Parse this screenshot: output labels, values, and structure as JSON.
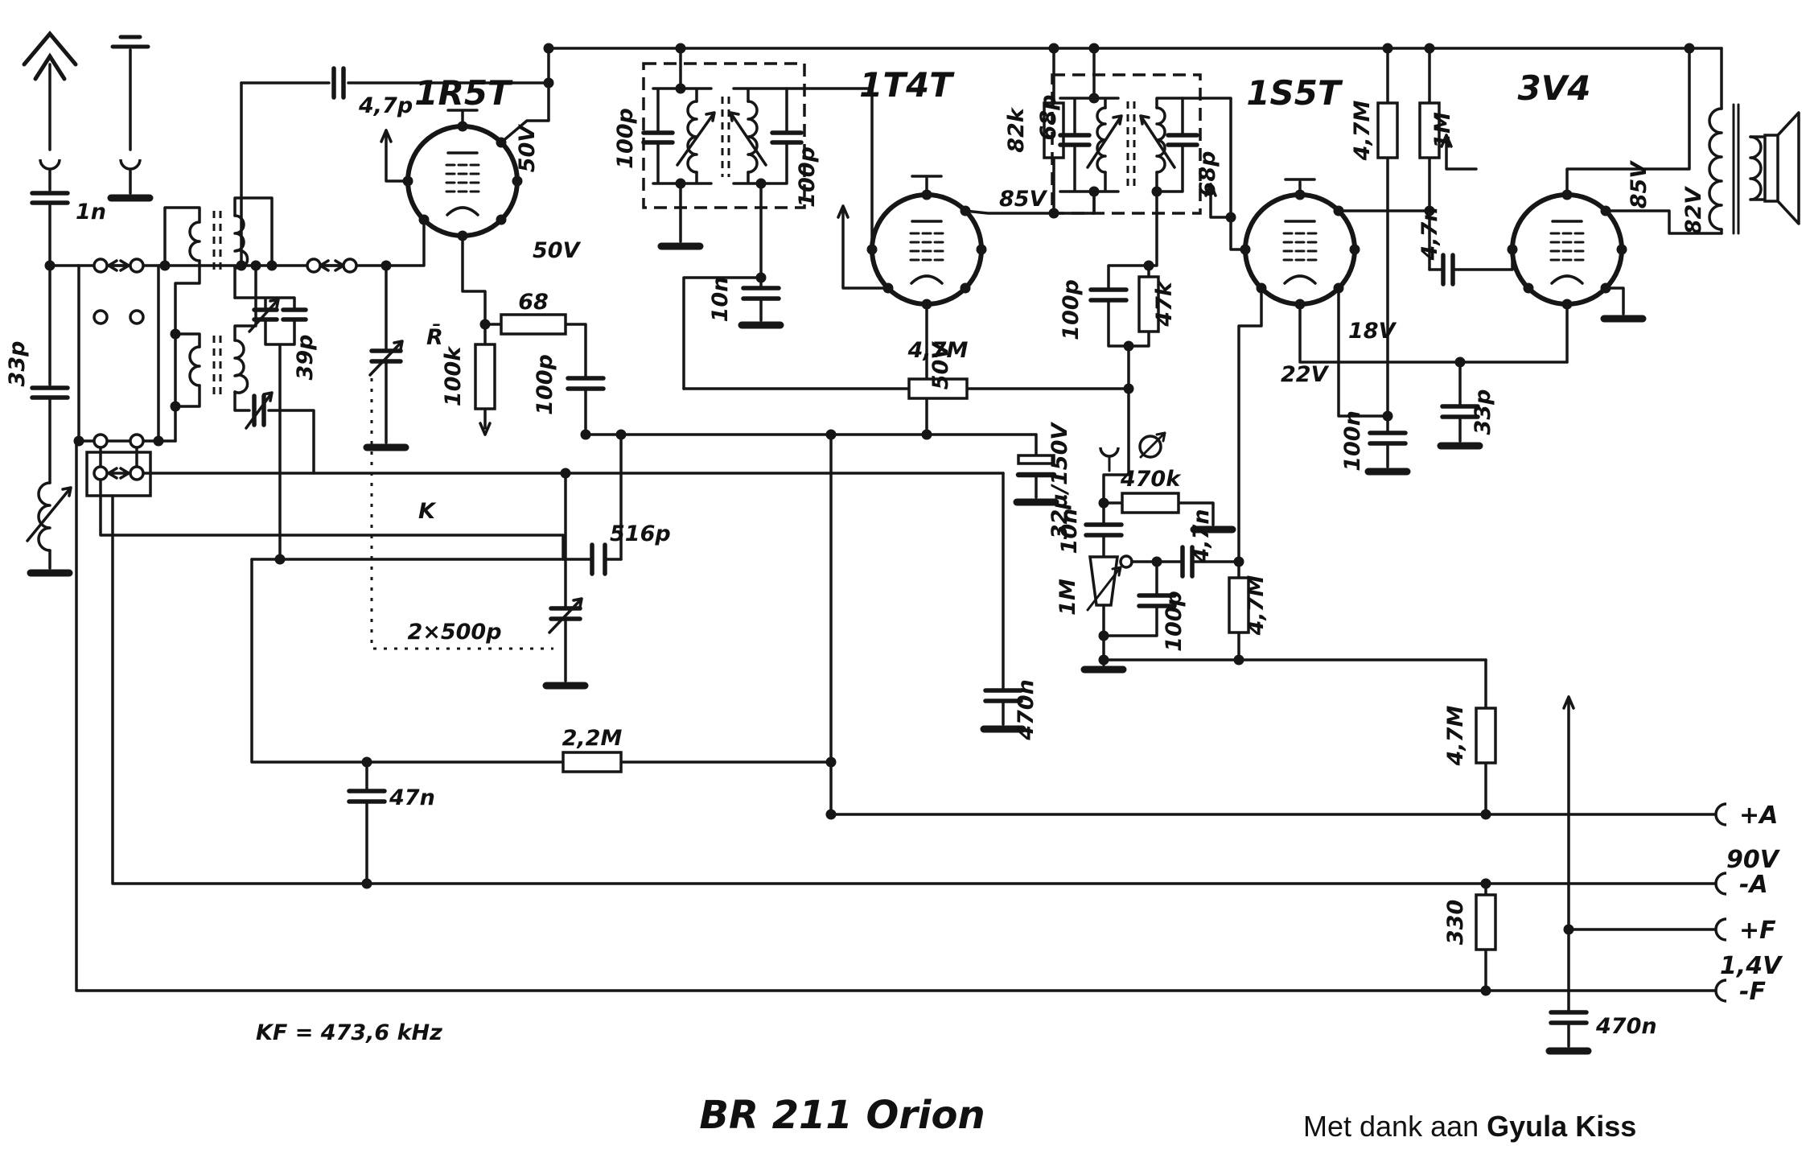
{
  "schematic": {
    "title": "BR 211 Orion",
    "credit_prefix": "Met dank aan ",
    "credit_name": "Gyula Kiss",
    "note_if": "KF = 473,6 kHz",
    "tubes": {
      "t1": "1R5T",
      "t2": "1T4T",
      "t3": "1S5T",
      "t4": "3V4"
    },
    "switch": {
      "k": "K",
      "r_dial": "R̄",
      "gang": "2×500p"
    },
    "values": {
      "c_1n": "1n",
      "c_33p_ant": "33p",
      "c_47p": "4,7p",
      "v50_sg": "50V",
      "v50_an": "50V",
      "c_100p_if1a": "100p",
      "c_100p_if1b": "100p",
      "c_10n_if1": "10n",
      "r_82k": "82k",
      "v85_a": "85V",
      "v50_t2": "50V",
      "c_68p_a": "68p",
      "c_68p_b": "68p",
      "c_100p_det": "100p",
      "r_47k": "47k",
      "r_47M_avc": "4,7M",
      "c_32u": "32μ/150V",
      "r_470k": "470k",
      "v18": "18V",
      "v22": "22V",
      "c_100n": "100n",
      "c_33p_fil": "33p",
      "r_47M_sg": "4,7M",
      "r_1M_load": "1M",
      "c_47n_coup": "4,7n",
      "v85_b": "85V",
      "v82": "82V",
      "c_39p": "39p",
      "r_68": "68",
      "r_100k": "100k",
      "c_100p_osc": "100p",
      "c_516p": "516p",
      "c_10n_af": "10n",
      "pot_1M": "1M",
      "c_100p_af": "100p",
      "c_47n_af": "4,7n",
      "r_47M_af": "4,7M",
      "c_470n_avc": "470n",
      "r_22M": "2,2M",
      "c_47n_ag": "47n",
      "r_47M_bias": "4,7M",
      "r_330": "330",
      "c_470n_fil": "470n"
    },
    "terminals": {
      "plus_a": "+A",
      "v90": "90V",
      "minus_a": "-A",
      "plus_f": "+F",
      "v14": "1,4V",
      "minus_f": "-F"
    }
  }
}
